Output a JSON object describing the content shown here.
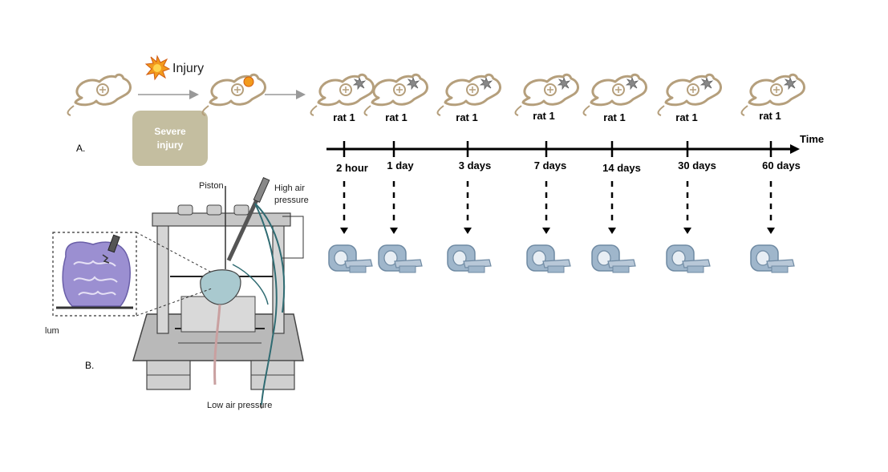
{
  "panel_a": {
    "label": "A.",
    "injury_label": "Injury",
    "severe_injury_label": "Severe injury",
    "rat_labels": [
      "rat 1",
      "rat 1",
      "rat 1",
      "rat 1",
      "rat 1",
      "rat 1",
      "rat 1"
    ],
    "time_points": [
      "2 hour",
      "1 day",
      "3 days",
      "7 days",
      "14 days",
      "30 days",
      "60 days"
    ],
    "axis_title": "Time"
  },
  "panel_b": {
    "label": "B.",
    "piston_label": "Piston",
    "high_air_label": "High air pressure",
    "low_air_label": "Low air pressure",
    "lum_label": "lum"
  },
  "colors": {
    "severe_box": "#c4bea0",
    "rat_outline": "#b59f7c",
    "brain": "#9b8fd1",
    "scanner": "#9fb6cb",
    "frame": "#b9b9b9",
    "tube": "#2f6b72"
  },
  "icons": {
    "rat": "rat-icon",
    "explosion": "explosion-icon",
    "mri": "mri-scanner-icon"
  }
}
